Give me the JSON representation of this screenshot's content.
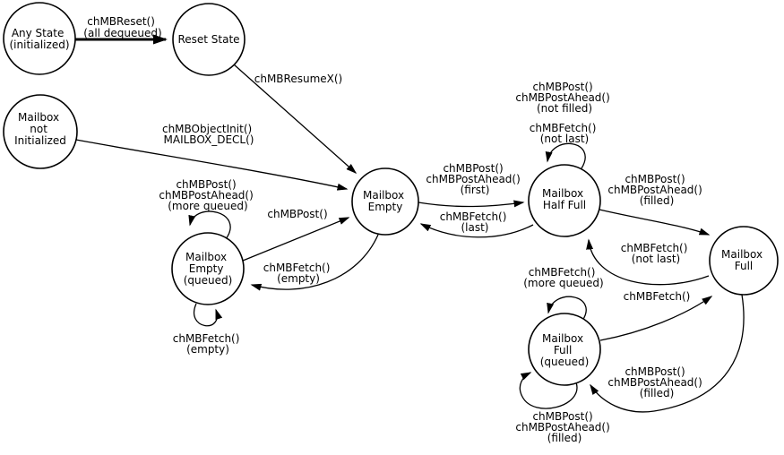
{
  "diagram": {
    "title": "Mailbox state machine diagram",
    "background_color": "#ffffff",
    "line_color": "#000000",
    "nodes": [
      {
        "id": "any-state",
        "lines": [
          "Any State",
          "(initialized)"
        ]
      },
      {
        "id": "reset-state",
        "lines": [
          "Reset State"
        ]
      },
      {
        "id": "mailbox-not-initialized",
        "lines": [
          "Mailbox",
          "not",
          "Initialized"
        ]
      },
      {
        "id": "mailbox-empty",
        "lines": [
          "Mailbox",
          "Empty"
        ]
      },
      {
        "id": "mailbox-empty-queued",
        "lines": [
          "Mailbox",
          "Empty",
          "(queued)"
        ]
      },
      {
        "id": "mailbox-half-full",
        "lines": [
          "Mailbox",
          "Half Full"
        ]
      },
      {
        "id": "mailbox-full",
        "lines": [
          "Mailbox",
          "Full"
        ]
      },
      {
        "id": "mailbox-full-queued",
        "lines": [
          "Mailbox",
          "Full",
          "(queued)"
        ]
      }
    ],
    "edges": [
      {
        "name": "reset",
        "from": "any-state",
        "to": "reset-state",
        "lines": [
          "chMBReset()",
          "(all dequeued)"
        ]
      },
      {
        "name": "resume",
        "from": "reset-state",
        "to": "mailbox-empty",
        "lines": [
          "chMBResumeX()"
        ]
      },
      {
        "name": "object-init",
        "from": "mailbox-not-initialized",
        "to": "mailbox-empty",
        "lines": [
          "chMBObjectInit()",
          "MAILBOX_DECL()"
        ]
      },
      {
        "name": "post-more-queued",
        "from": "mailbox-empty-queued",
        "to": "mailbox-empty-queued",
        "lines": [
          "chMBPost()",
          "chMBPostAhead()",
          "(more queued)"
        ]
      },
      {
        "name": "post-dequeue",
        "from": "mailbox-empty-queued",
        "to": "mailbox-empty",
        "lines": [
          "chMBPost()"
        ]
      },
      {
        "name": "fetch-empty",
        "from": "mailbox-empty",
        "to": "mailbox-empty-queued",
        "lines": [
          "chMBFetch()",
          "(empty)"
        ]
      },
      {
        "name": "fetch-empty-self",
        "from": "mailbox-empty-queued",
        "to": "mailbox-empty-queued",
        "lines": [
          "chMBFetch()",
          "(empty)"
        ]
      },
      {
        "name": "post-first",
        "from": "mailbox-empty",
        "to": "mailbox-half-full",
        "lines": [
          "chMBPost()",
          "chMBPostAhead()",
          "(first)"
        ]
      },
      {
        "name": "fetch-last",
        "from": "mailbox-half-full",
        "to": "mailbox-empty",
        "lines": [
          "chMBFetch()",
          "(last)"
        ]
      },
      {
        "name": "post-not-filled",
        "from": "mailbox-half-full",
        "to": "mailbox-half-full",
        "lines": [
          "chMBPost()",
          "chMBPostAhead()",
          "(not filled)"
        ]
      },
      {
        "name": "fetch-not-last-self",
        "from": "mailbox-half-full",
        "to": "mailbox-half-full",
        "lines": [
          "chMBFetch()",
          "(not last)"
        ]
      },
      {
        "name": "post-filled",
        "from": "mailbox-half-full",
        "to": "mailbox-full",
        "lines": [
          "chMBPost()",
          "chMBPostAhead()",
          "(filled)"
        ]
      },
      {
        "name": "fetch-not-last",
        "from": "mailbox-full",
        "to": "mailbox-half-full",
        "lines": [
          "chMBFetch()",
          "(not last)"
        ]
      },
      {
        "name": "fetch-more-queued",
        "from": "mailbox-full-queued",
        "to": "mailbox-full-queued",
        "lines": [
          "chMBFetch()",
          "(more queued)"
        ]
      },
      {
        "name": "fetch-refill",
        "from": "mailbox-full-queued",
        "to": "mailbox-full",
        "lines": [
          "chMBFetch()"
        ]
      },
      {
        "name": "post-filled-queue",
        "from": "mailbox-full",
        "to": "mailbox-full-queued",
        "lines": [
          "chMBPost()",
          "chMBPostAhead()",
          "(filled)"
        ]
      },
      {
        "name": "post-filled-self",
        "from": "mailbox-full-queued",
        "to": "mailbox-full-queued",
        "lines": [
          "chMBPost()",
          "chMBPostAhead()",
          "(filled)"
        ]
      }
    ]
  }
}
